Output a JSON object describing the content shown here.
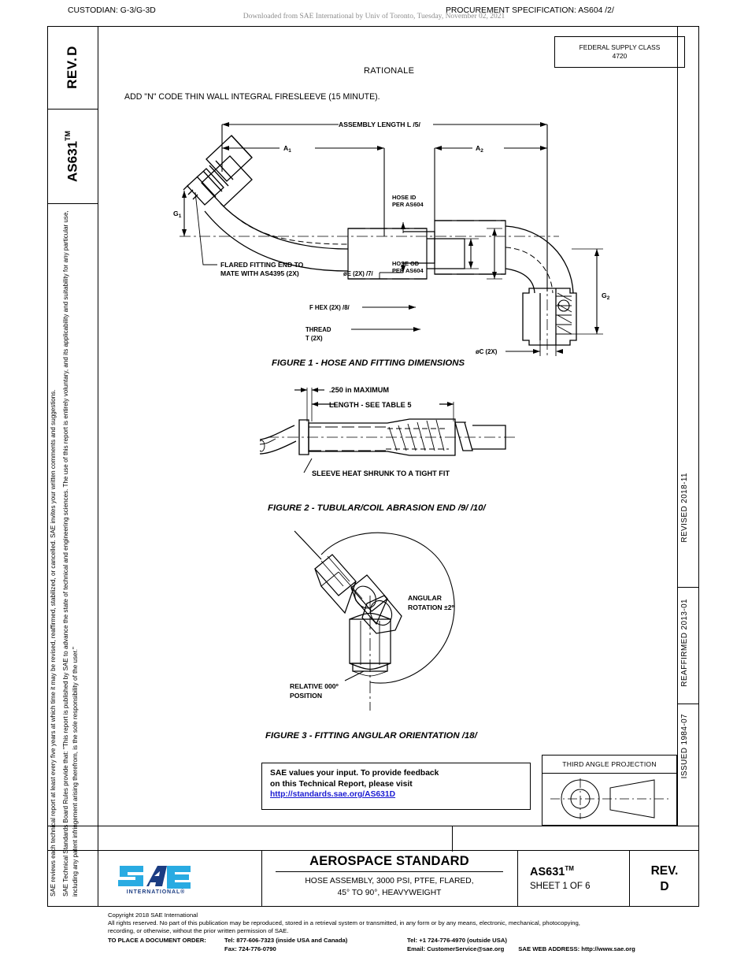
{
  "download_note": "Downloaded from SAE International by Univ of Toronto, Tuesday, November 02, 2021",
  "sidebar": {
    "rev_label": "REV.",
    "rev_value": "D",
    "doc_number": "AS631",
    "doc_number_tm": "TM",
    "legal_paragraph_1": "SAE Technical Standards Board Rules provide that: \"This report is published by SAE to advance the state of technical and engineering sciences. The use of this report is entirely voluntary, and its applicability and suitability for any particular use, including any patent infringement arising therefrom, is the sole responsibility of the user.\"",
    "legal_paragraph_2": "SAE reviews each technical report at least every five years at which time it may be revised, reaffirmed, stabilized, or cancelled. SAE invites your written comments and suggestions."
  },
  "federal_supply_class": {
    "label": "FEDERAL SUPPLY CLASS",
    "value": "4720"
  },
  "rationale": {
    "heading": "RATIONALE",
    "body": "ADD \"N\" CODE THIN WALL INTEGRAL FIRESLEEVE (15 MINUTE)."
  },
  "right_edge_dates": {
    "revised": "REVISED 2018-11",
    "reaffirmed": "REAFFIRMED 2013-01",
    "issued": "ISSUED 1984-07"
  },
  "figure1": {
    "caption": "FIGURE 1 - HOSE AND FITTING DIMENSIONS",
    "labels": {
      "assembly_length": "ASSEMBLY LENGTH L  /5/",
      "a1": "A",
      "a1_sub": "1",
      "a2": "A",
      "a2_sub": "2",
      "g1": "G",
      "g1_sub": "1",
      "g2": "G",
      "g2_sub": "2",
      "flared_fitting": "FLARED FITTING END TO",
      "flared_fitting_2": "MATE WITH AS4395 (2X)",
      "hose_id": "HOSE ID",
      "hose_id_2": "PER AS604",
      "hose_od": "HOSE OD",
      "hose_od_2": "PER AS604",
      "dia_e": "øE (2X) /7/",
      "f_hex": "F HEX (2X) /8/",
      "thread": "THREAD",
      "thread_2": "T (2X)",
      "dia_c": "øC (2X)"
    }
  },
  "figure2": {
    "caption": "FIGURE 2 - TUBULAR/COIL ABRASION END /9/ /10/",
    "labels": {
      "max_dim": ".250 in MAXIMUM",
      "length": "LENGTH - SEE TABLE 5",
      "sleeve": "SLEEVE HEAT SHRUNK TO A TIGHT FIT"
    }
  },
  "figure3": {
    "caption": "FIGURE 3 - FITTING ANGULAR ORIENTATION /18/",
    "labels": {
      "angular": "ANGULAR",
      "angular_2": "ROTATION ±2º",
      "relative": "RELATIVE 000º",
      "relative_2": "POSITION"
    }
  },
  "feedback": {
    "line1": "SAE values your input. To provide feedback",
    "line2": "on this Technical Report, please visit",
    "link": "http://standards.sae.org/AS631D",
    "link_color": "#1b1bd2"
  },
  "third_angle": {
    "title": "THIRD ANGLE PROJECTION"
  },
  "custodian": {
    "left": "CUSTODIAN: G-3/G-3D",
    "right": "PROCUREMENT SPECIFICATION: AS604 /2/"
  },
  "title_block": {
    "standard_type": "AEROSPACE STANDARD",
    "title_line1": "HOSE ASSEMBLY, 3000 PSI, PTFE, FLARED,",
    "title_line2": "45° TO 90°, HEAVYWEIGHT",
    "doc_number": "AS631",
    "doc_number_tm": "TM",
    "sheet": "SHEET 1 OF 6",
    "rev_label": "REV.",
    "rev_value": "D",
    "logo_text": "SAE",
    "logo_sub": "INTERNATIONAL®",
    "logo_color_light": "#29abe2",
    "logo_color_dark": "#1b3c82"
  },
  "footer": {
    "copyright": "Copyright 2018 SAE International",
    "rights1": "All rights reserved. No part of this publication may be reproduced, stored in a retrieval system or transmitted, in any form or by any means, electronic, mechanical, photocopying,",
    "rights2": "recording, or otherwise, without the prior written permission of SAE.",
    "order_label": "TO PLACE A DOCUMENT ORDER:",
    "tel_inside": "Tel: 877-606-7323 (inside USA and Canada)",
    "fax": "Fax: 724-776-0790",
    "tel_outside": "Tel: +1 724-776-4970 (outside USA)",
    "email": "Email: CustomerService@sae.org",
    "web": "SAE WEB ADDRESS: http://www.sae.org"
  }
}
